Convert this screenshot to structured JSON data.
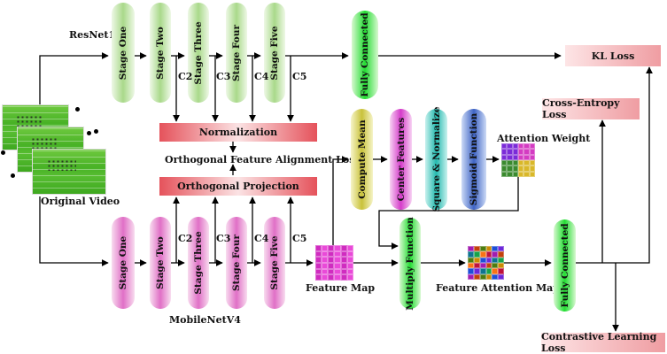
{
  "backbones": {
    "teacher": "ResNet18",
    "student": "MobileNetV4"
  },
  "stages": [
    "Stage One",
    "Stage Two",
    "Stage Three",
    "Stage Four",
    "Stage Five"
  ],
  "features": [
    "C2",
    "C3",
    "C4",
    "C5"
  ],
  "blocks": {
    "fc": "Fully Connected",
    "normalization": "Normalization",
    "orthogonal_projection": "Orthogonal Projection",
    "ofa_loss": "Orthogonal Feature Alignment Loss",
    "compute_mean": "Compute Mean",
    "center_features": "Center Features",
    "square_normalize": "Square & Normalize",
    "sigmoid": "Sigmoid Function",
    "attention_weight": "Attention Weight",
    "multiply": "Multiply Function",
    "feature_map": "Feature Map",
    "feature_attention_map": "Feature Attention Map",
    "original_video": "Original Video"
  },
  "losses": {
    "kl": "KL Loss",
    "cross_entropy": "Cross-Entropy Loss",
    "contrastive": "Contrastive Learning Loss"
  }
}
